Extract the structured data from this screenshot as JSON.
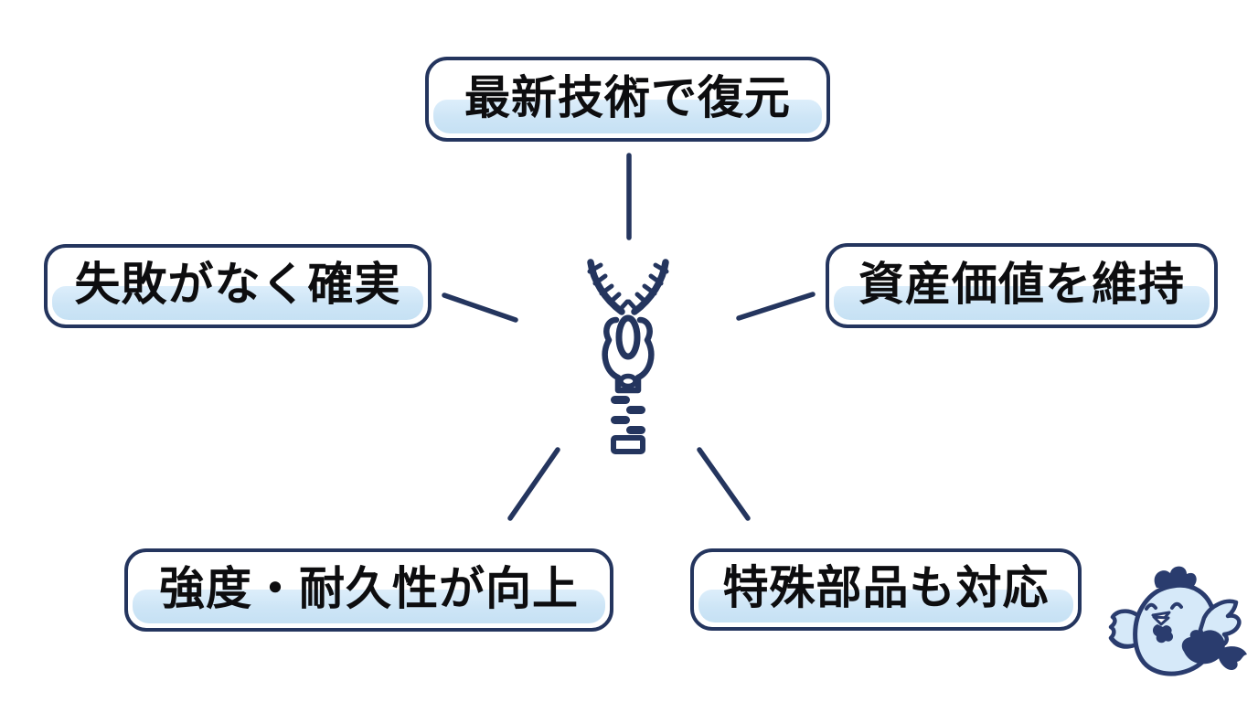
{
  "page": {
    "background": "#ffffff",
    "description": "Benefits diagram radiating from a central zipper icon with a chicken mascot"
  },
  "colors": {
    "outline_navy": "#24355e",
    "pill_border": "#24355e",
    "pill_highlight_blue": "#cde5f6",
    "label_text": "#0d0d0f",
    "mascot_navy": "#2a3c6e",
    "mascot_body_blue": "#d6e9f9"
  },
  "icons": {
    "center": "zipper-icon",
    "mascot": "chicken-mascot-icon"
  },
  "diagram": {
    "type": "radial-benefits-map",
    "nodes": [
      {
        "id": "top",
        "label": "最新技術で復元"
      },
      {
        "id": "left",
        "label": "失敗がなく確実"
      },
      {
        "id": "right",
        "label": "資産価値を維持"
      },
      {
        "id": "bottom_left",
        "label": "強度・耐久性が向上"
      },
      {
        "id": "bottom_right",
        "label": "特殊部品も対応"
      }
    ]
  }
}
